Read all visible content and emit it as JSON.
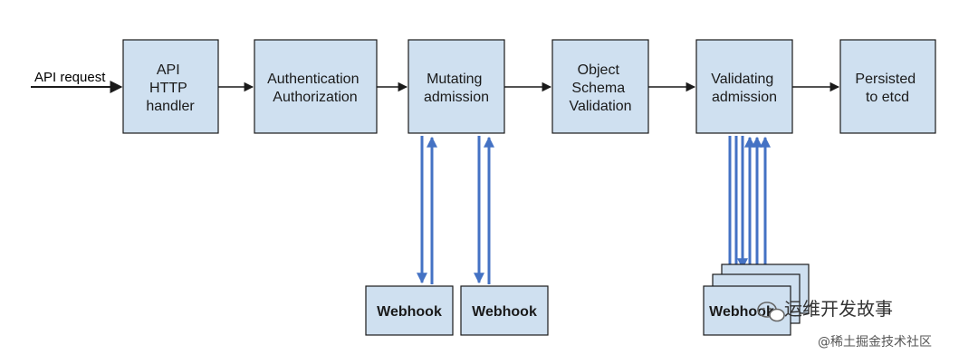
{
  "diagram": {
    "request_label": "API request",
    "stages": [
      {
        "id": "api",
        "lines": [
          "API",
          "HTTP",
          "handler"
        ]
      },
      {
        "id": "auth",
        "lines": [
          "Authentication",
          "Authorization"
        ]
      },
      {
        "id": "mutating",
        "lines": [
          "Mutating",
          "admission"
        ]
      },
      {
        "id": "schema",
        "lines": [
          "Object",
          "Schema",
          "Validation"
        ]
      },
      {
        "id": "validating",
        "lines": [
          "Validating",
          "admission"
        ]
      },
      {
        "id": "persist",
        "lines": [
          "Persisted",
          "to etcd"
        ]
      }
    ],
    "webhooks": {
      "mutating_1": "Webhook",
      "mutating_2": "Webhook",
      "validating": "Webhook"
    }
  },
  "watermark": {
    "title": "运维开发故事",
    "subtitle": "@稀土掘金技术社区"
  },
  "colors": {
    "box_fill": "#cfe0f0",
    "box_stroke": "#1a1a1a",
    "webhook_arrow": "#4472c4",
    "flow_arrow": "#1a1a1a"
  }
}
